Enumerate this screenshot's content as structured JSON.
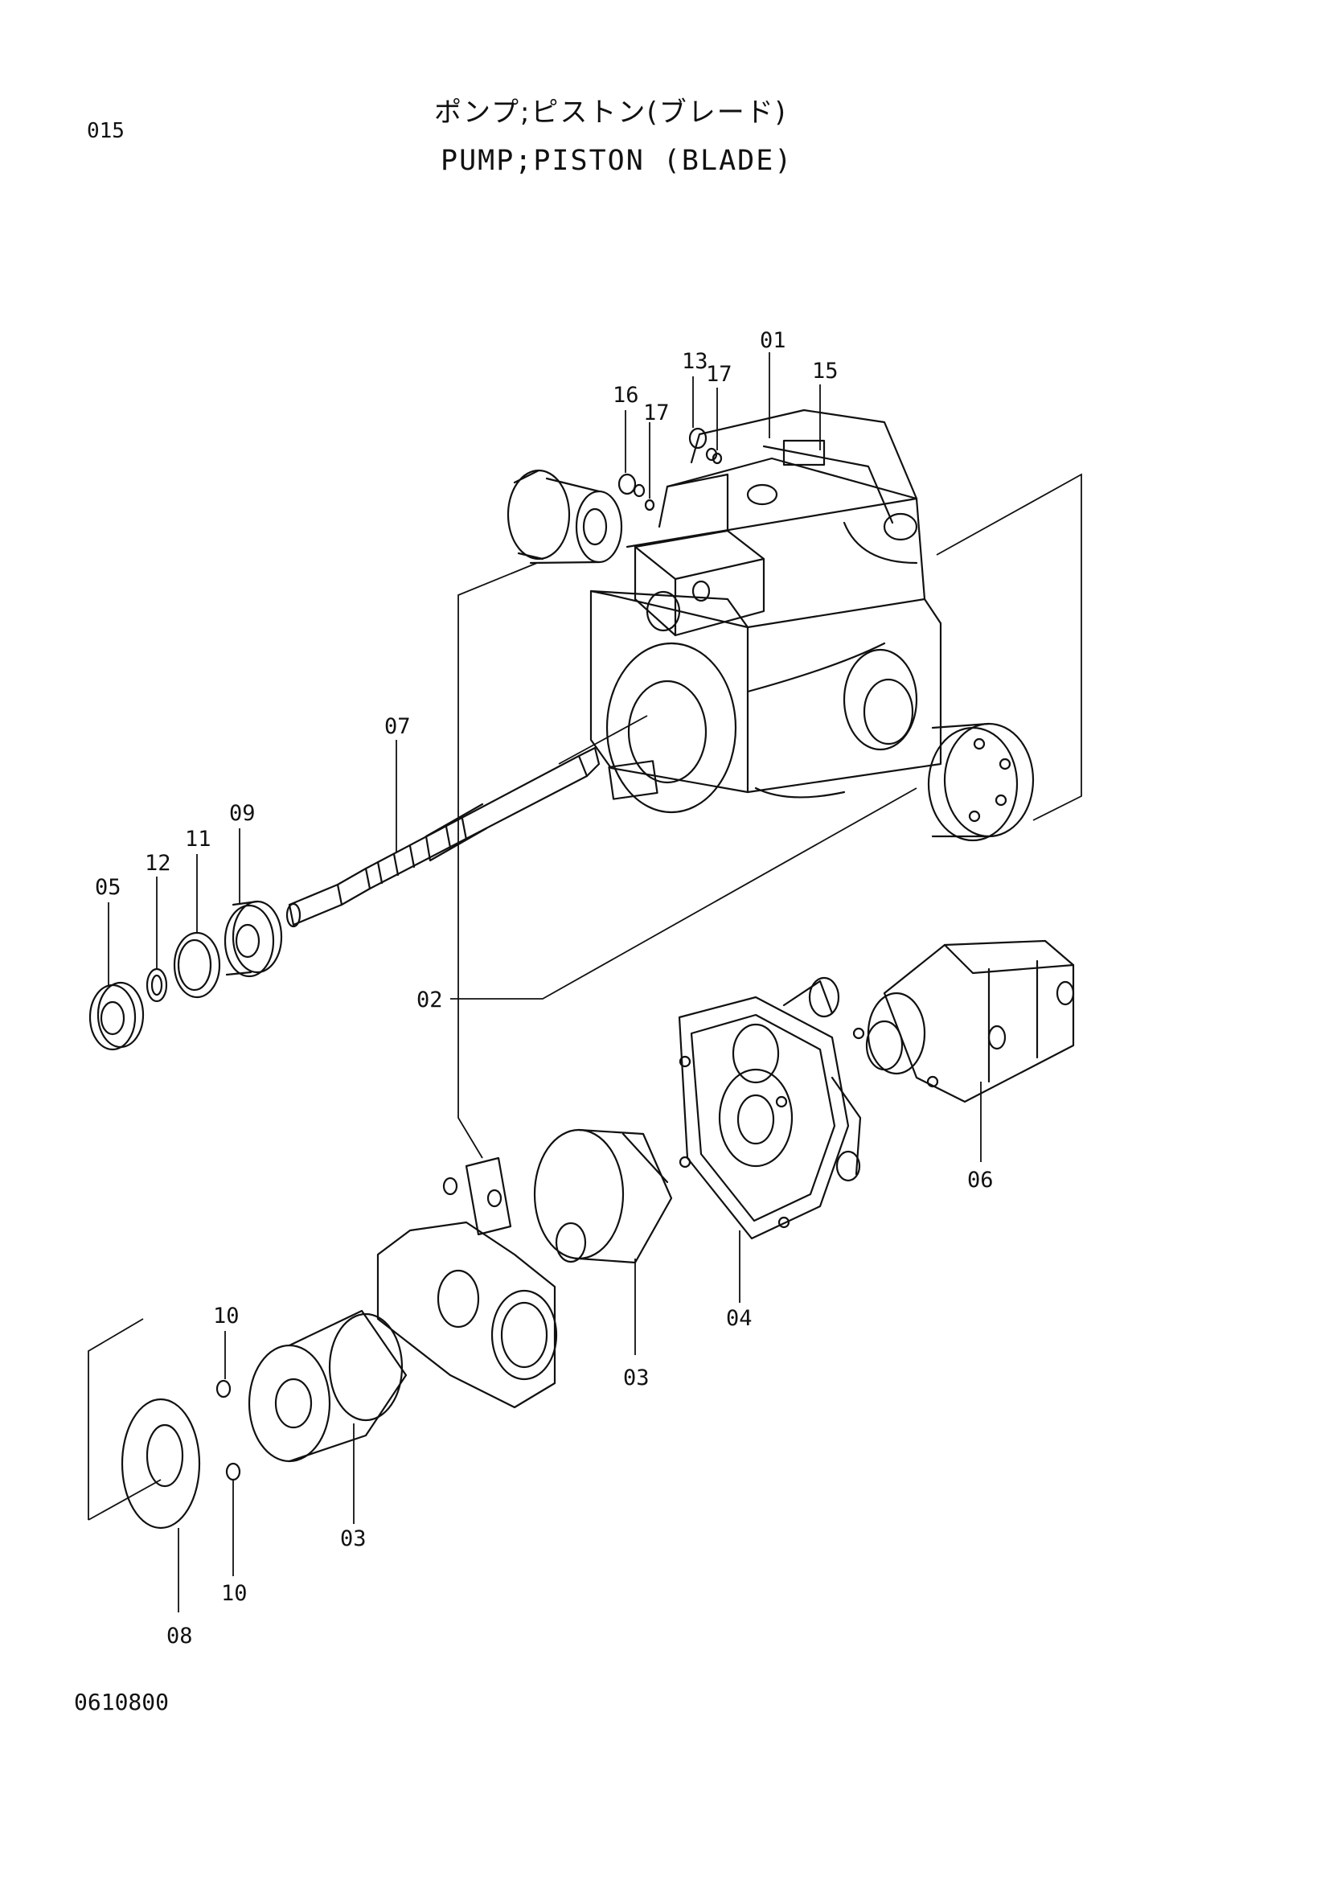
{
  "header": {
    "page_code": "015",
    "title_jp": "ポンプ;ピストン(ブレード)",
    "title_en": "PUMP;PISTON (BLADE)"
  },
  "footer": {
    "drawing_number": "0610800"
  },
  "callouts": [
    "01",
    "02",
    "03",
    "03",
    "04",
    "05",
    "06",
    "07",
    "08",
    "09",
    "10",
    "10",
    "11",
    "12",
    "13",
    "15",
    "16",
    "17",
    "17"
  ],
  "colors": {
    "line": "#111111",
    "background": "#ffffff"
  }
}
